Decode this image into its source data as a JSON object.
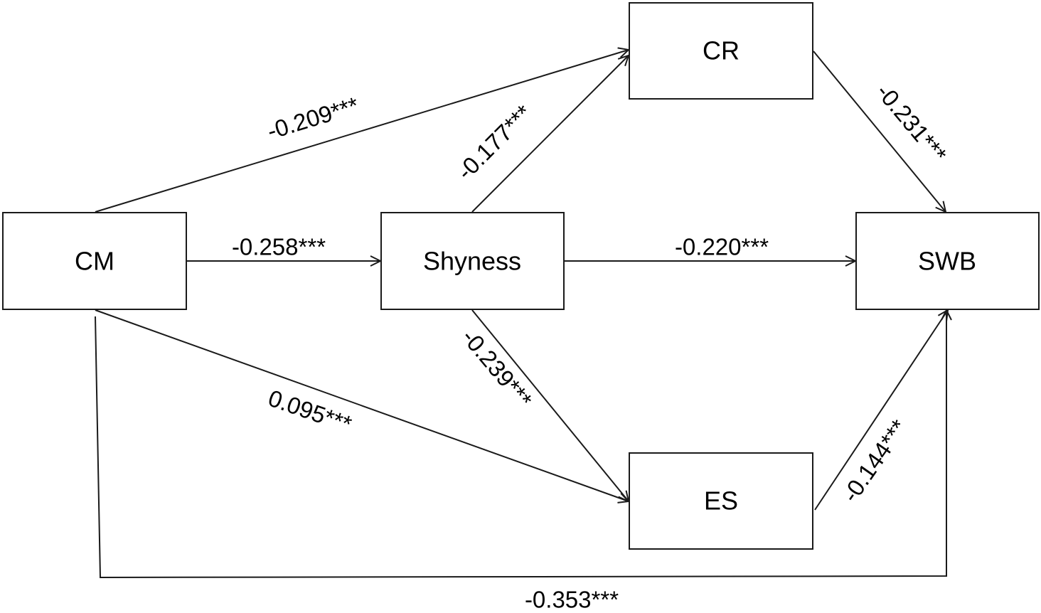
{
  "colors": {
    "stroke": "#1a1a1a",
    "text": "#000000",
    "background": "#ffffff"
  },
  "nodes": {
    "cm": "CM",
    "shyness": "Shyness",
    "cr": "CR",
    "swb": "SWB",
    "es": "ES"
  },
  "paths": {
    "cm_cr": "-0.209***",
    "shyness_cr": "-0.177***",
    "cr_swb": "-0.231***",
    "cm_shyness": "-0.258***",
    "shyness_swb": "-0.220***",
    "shyness_es": "-0.239***",
    "cm_es": "0.095***",
    "es_swb": "-0.144***",
    "cm_swb": "-0.353***"
  }
}
